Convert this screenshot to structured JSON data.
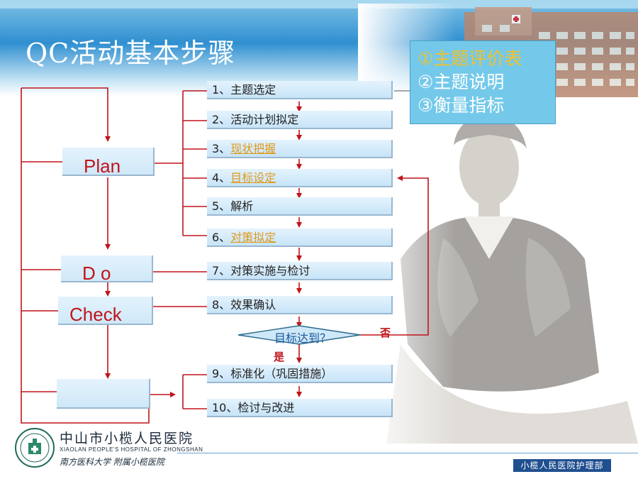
{
  "title": "QC活动基本步骤",
  "steps": [
    {
      "num": "1、",
      "text": "主题选定"
    },
    {
      "num": "2、",
      "text": "活动计划拟定"
    },
    {
      "num": "3、",
      "text": "现状把握"
    },
    {
      "num": "4、",
      "text": "目标设定"
    },
    {
      "num": "5、",
      "text": "解析"
    },
    {
      "num": "6、",
      "text": "对策拟定"
    },
    {
      "num": "7、",
      "text": "对策实施与检讨"
    },
    {
      "num": "8、",
      "text": "效果确认"
    },
    {
      "num": "9、",
      "text": "标准化（巩固措施）"
    },
    {
      "num": "10、",
      "text": "检讨与改进"
    }
  ],
  "phases": {
    "plan": "Plan",
    "do": "D o",
    "check": "Check",
    "act": ""
  },
  "decision": {
    "label": "目标达到？",
    "yes": "是",
    "no": "否"
  },
  "info_box": {
    "line1": "①主题评价表",
    "line2": "②主题说明",
    "line3": "③衡量指标"
  },
  "hospital": {
    "name": "中山市小榄人民医院",
    "english": "XIAOLAN PEOPLE'S HOSPITAL OF ZHONGSHAN",
    "affiliation": "南方医科大学 附属小榄医院"
  },
  "department": "小榄人民医院护理部",
  "colors": {
    "accent_red": "#c0141a",
    "box_fill": "#d6ecfa",
    "highlight": "#e09a1a",
    "info_bg": "#74c9ea"
  }
}
